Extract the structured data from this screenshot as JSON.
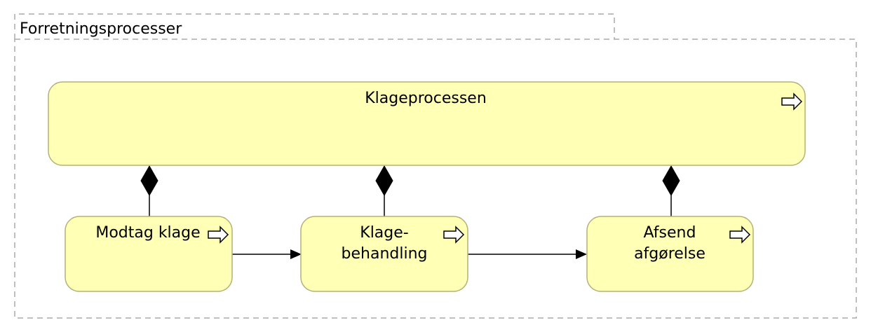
{
  "group": {
    "label": "Forretningsprocesser"
  },
  "processes": {
    "parent": {
      "label": "Klageprocessen"
    },
    "step1": {
      "label": "Modtag klage"
    },
    "step2": {
      "line1": "Klage-",
      "line2": "behandling"
    },
    "step3": {
      "line1": "Afsend",
      "line2": "afgørelse"
    }
  },
  "icons": {
    "process": "process-arrow-icon",
    "composition": "composition-diamond-icon",
    "triggering": "triggering-arrowhead-icon"
  },
  "colors": {
    "process_fill": "#ffffb5",
    "process_stroke": "#b2b27a",
    "group_border": "#aaaaaa"
  }
}
